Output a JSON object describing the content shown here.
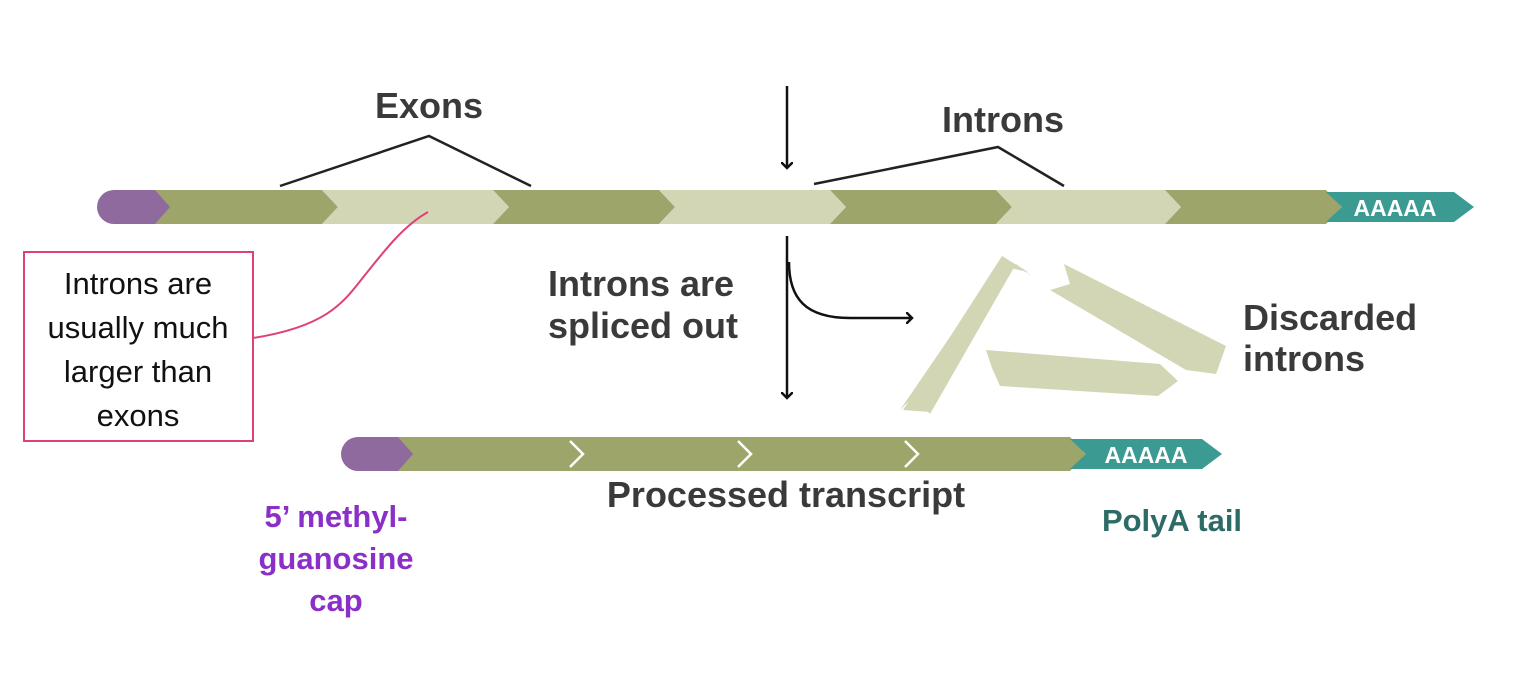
{
  "labels": {
    "exons": "Exons",
    "introns": "Introns",
    "spliced_line1": "Introns are",
    "spliced_line2": "spliced out",
    "discarded_line1": "Discarded",
    "discarded_line2": "introns",
    "processed": "Processed transcript",
    "cap_line1": "5’ methyl-",
    "cap_line2": "guanosine",
    "cap_line3": "cap",
    "polya": "PolyA tail",
    "tail_text_top": "AAAAA",
    "tail_text_bottom": "AAAAA"
  },
  "note": {
    "line1": "Introns are",
    "line2": "usually much",
    "line3": "larger than",
    "line4": "exons"
  },
  "colors": {
    "exon": "#9da56a",
    "intron": "#d3d6b5",
    "cap": "#8e6a9e",
    "tail": "#3b9a92",
    "arrow": "#111111",
    "annotation": "#e0407a",
    "cap_label": "#8a2fc7",
    "polya_label": "#2d6b66"
  }
}
